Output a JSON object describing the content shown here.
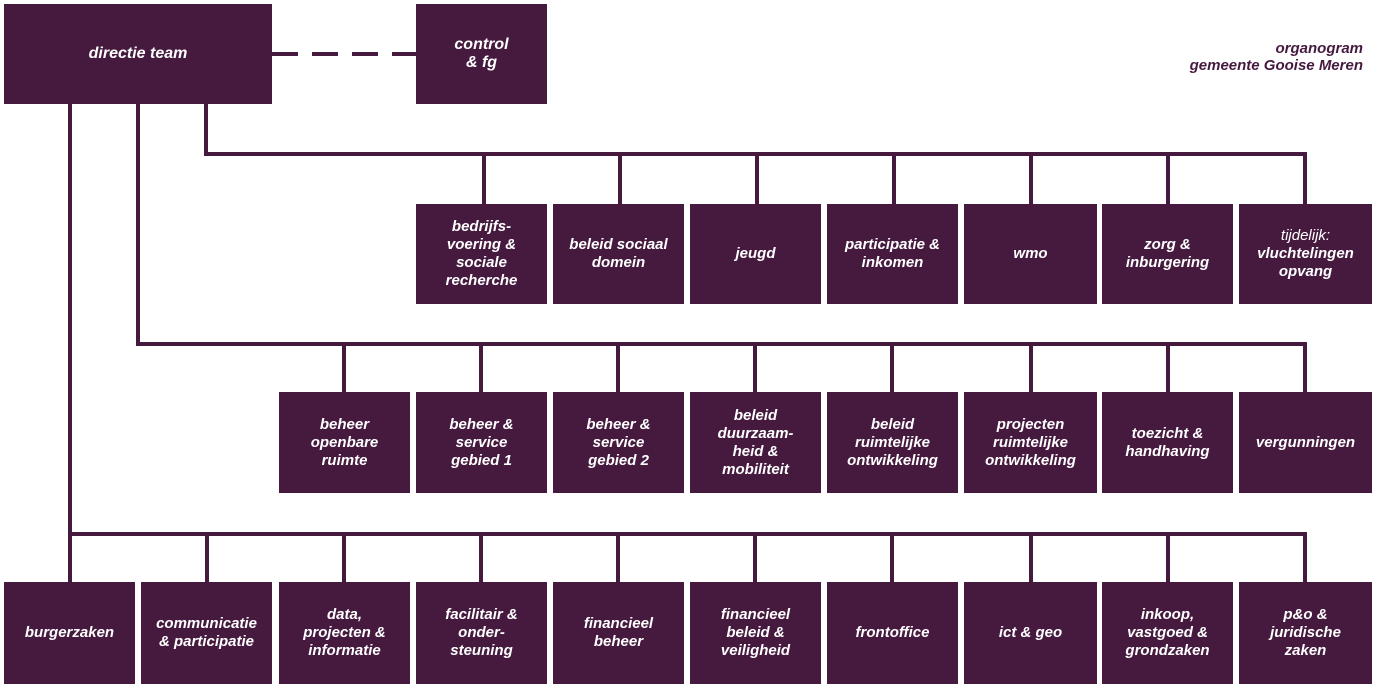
{
  "title": {
    "line1": "organogram",
    "line2": "gemeente Gooise Meren"
  },
  "top": {
    "directie": "directie team",
    "control": "control\n& fg"
  },
  "row1": [
    "bedrijfs-\nvoering &\nsociale\nrecherche",
    "beleid sociaal\ndomein",
    "jeugd",
    "participatie &\ninkomen",
    "wmo",
    "zorg &\ninburgering"
  ],
  "row1_last": {
    "prefix": "tijdelijk:",
    "label": "vluchtelingen\nopvang"
  },
  "row2": [
    "beheer\nopenbare\nruimte",
    "beheer &\nservice\ngebied 1",
    "beheer &\nservice\ngebied 2",
    "beleid\nduurzaam-\nheid &\nmobiliteit",
    "beleid\nruimtelijke\nontwikkeling",
    "projecten\nruimtelijke\nontwikkeling",
    "toezicht &\nhandhaving",
    "vergunningen"
  ],
  "row3": [
    "burgerzaken",
    "communicatie\n& participatie",
    "data,\nprojecten &\ninformatie",
    "facilitair &\nonder-\nsteuning",
    "financieel\nbeheer",
    "financieel\nbeleid &\nveiligheid",
    "frontoffice",
    "ict & geo",
    "inkoop,\nvastgoed &\ngrondzaken",
    "p&o &\njuridische\nzaken"
  ],
  "colors": {
    "box": "#461a3f",
    "text": "#ffffff",
    "line": "#461a3f"
  }
}
